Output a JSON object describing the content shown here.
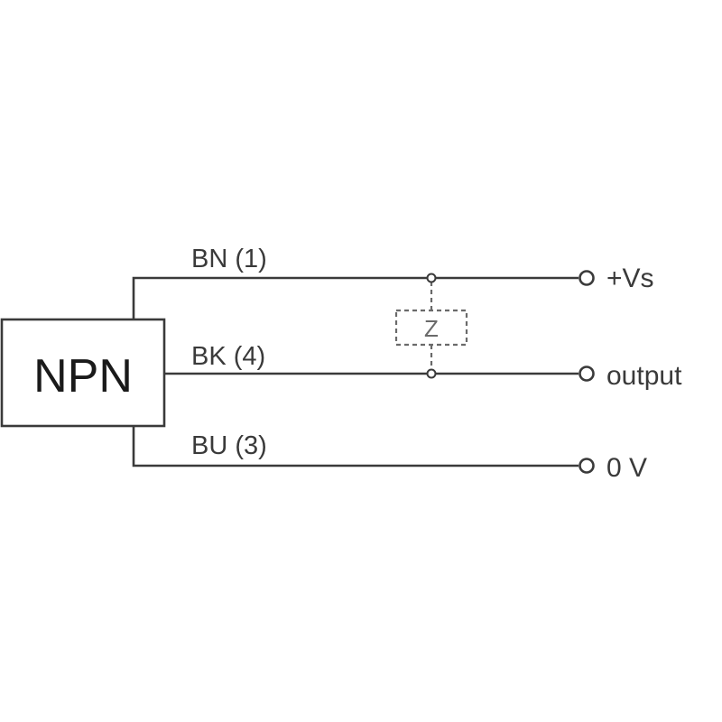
{
  "sensor": {
    "type_label": "NPN"
  },
  "wires": [
    {
      "color_code": "BN (1)",
      "terminal": "+Vs"
    },
    {
      "color_code": "BK (4)",
      "terminal": "output"
    },
    {
      "color_code": "BU (3)",
      "terminal": "0 V"
    }
  ],
  "load": {
    "label": "Z"
  },
  "colors": {
    "line": "#3a3a3a",
    "load_outline": "#6a6a6a",
    "background": "#ffffff"
  }
}
